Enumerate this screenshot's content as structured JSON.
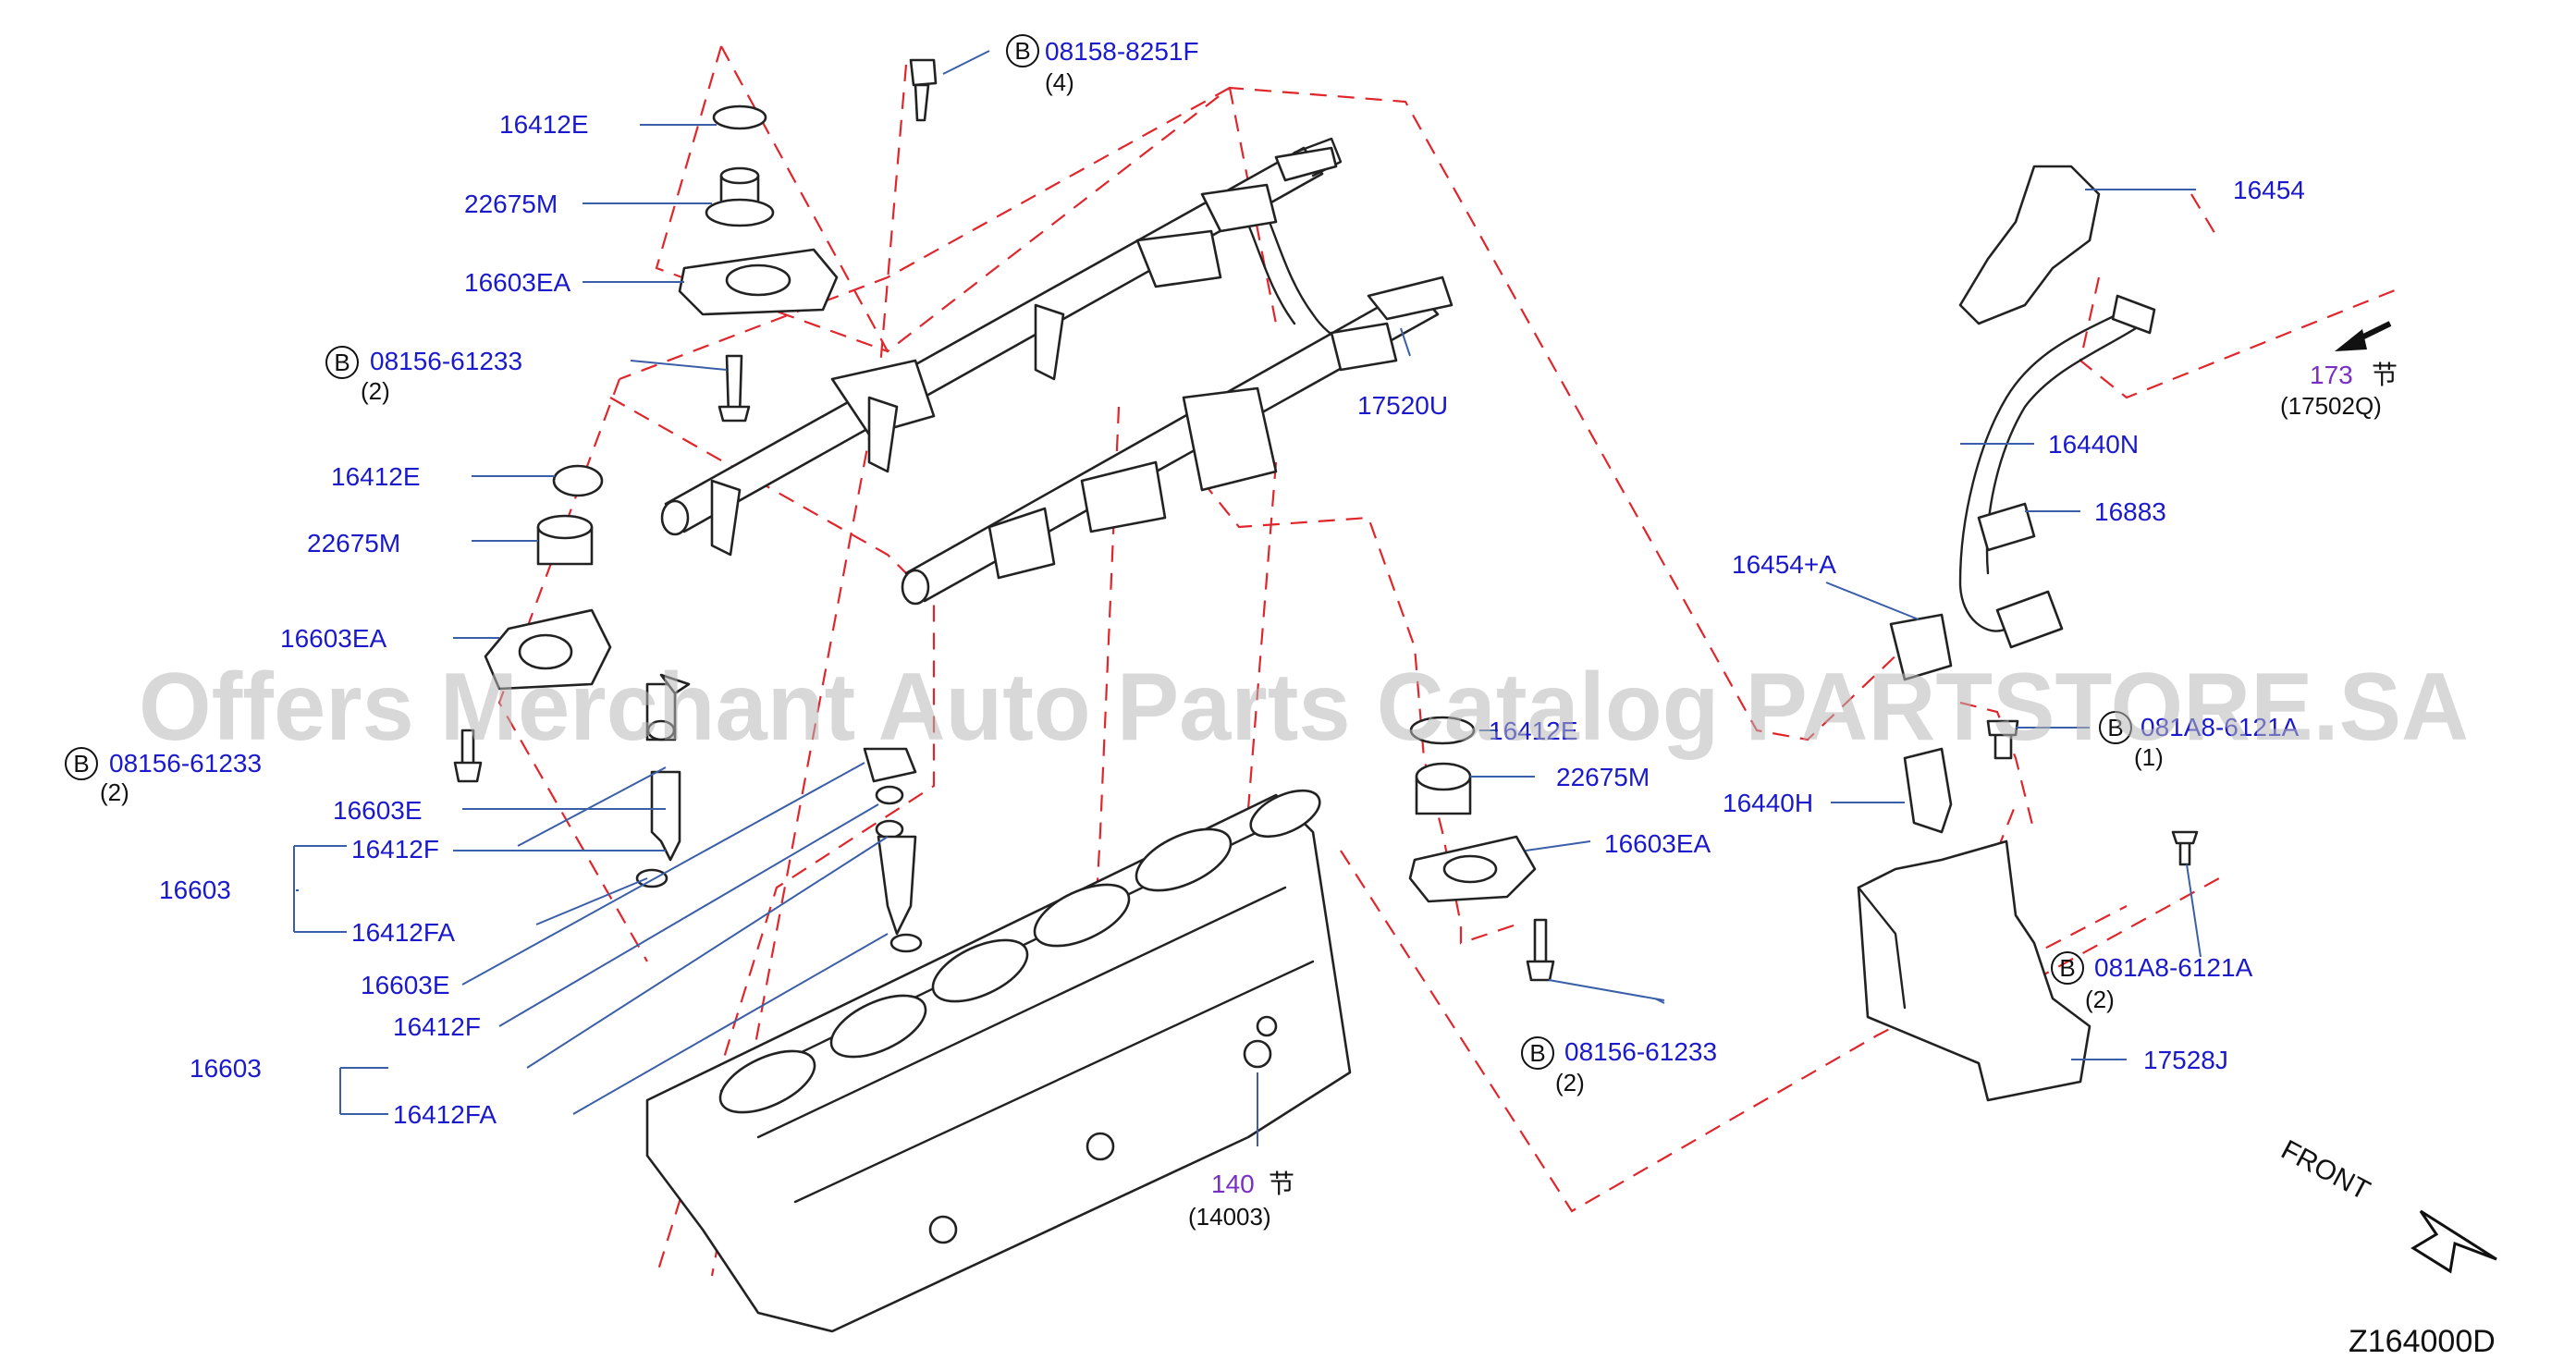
{
  "labels": {
    "p16412E_a": "16412E",
    "p22675M_a": "22675M",
    "p16603EA_a": "16603EA",
    "b08156_a": "08156-61233",
    "b08156_a_qty": "(2)",
    "b08158": "08158-8251F",
    "b08158_qty": "(4)",
    "p16412E_b": "16412E",
    "p22675M_b": "22675M",
    "p16603EA_b": "16603EA",
    "b08156_b": "08156-61233",
    "b08156_b_qty": "(2)",
    "p16603E_a": "16603E",
    "p16412F_a": "16412F",
    "p16603_a": "16603",
    "p16412FA_a": "16412FA",
    "p16603E_b": "16603E",
    "p16412F_b": "16412F",
    "p16603_b": "16603",
    "p16412FA_b": "16412FA",
    "p17520U": "17520U",
    "p16454": "16454",
    "sec173": "173",
    "sec173_ref": "(17502Q)",
    "p16440N": "16440N",
    "p16883": "16883",
    "p16454A": "16454+A",
    "p16412E_c": "16412E",
    "p22675M_c": "22675M",
    "p16603EA_c": "16603EA",
    "b081A8_a": "081A8-6121A",
    "b081A8_a_qty": "(1)",
    "p16440H": "16440H",
    "b081A8_b": "081A8-6121A",
    "b081A8_b_qty": "(2)",
    "b08156_c": "08156-61233",
    "b08156_c_qty": "(2)",
    "p17528J": "17528J",
    "sec140": "140",
    "sec140_ref": "(14003)",
    "section_glyph": "节",
    "bolt_marker": "B",
    "front": "FRONT",
    "diagram_code": "Z164000D",
    "watermark": "Offers Merchant Auto Parts Catalog PARTSTORE.SA"
  },
  "colors": {
    "part_number": "#1a1acc",
    "section_ref": "#7a2fc4",
    "phantom_line": "#e0262b",
    "leader_line": "#3a5fa8"
  }
}
